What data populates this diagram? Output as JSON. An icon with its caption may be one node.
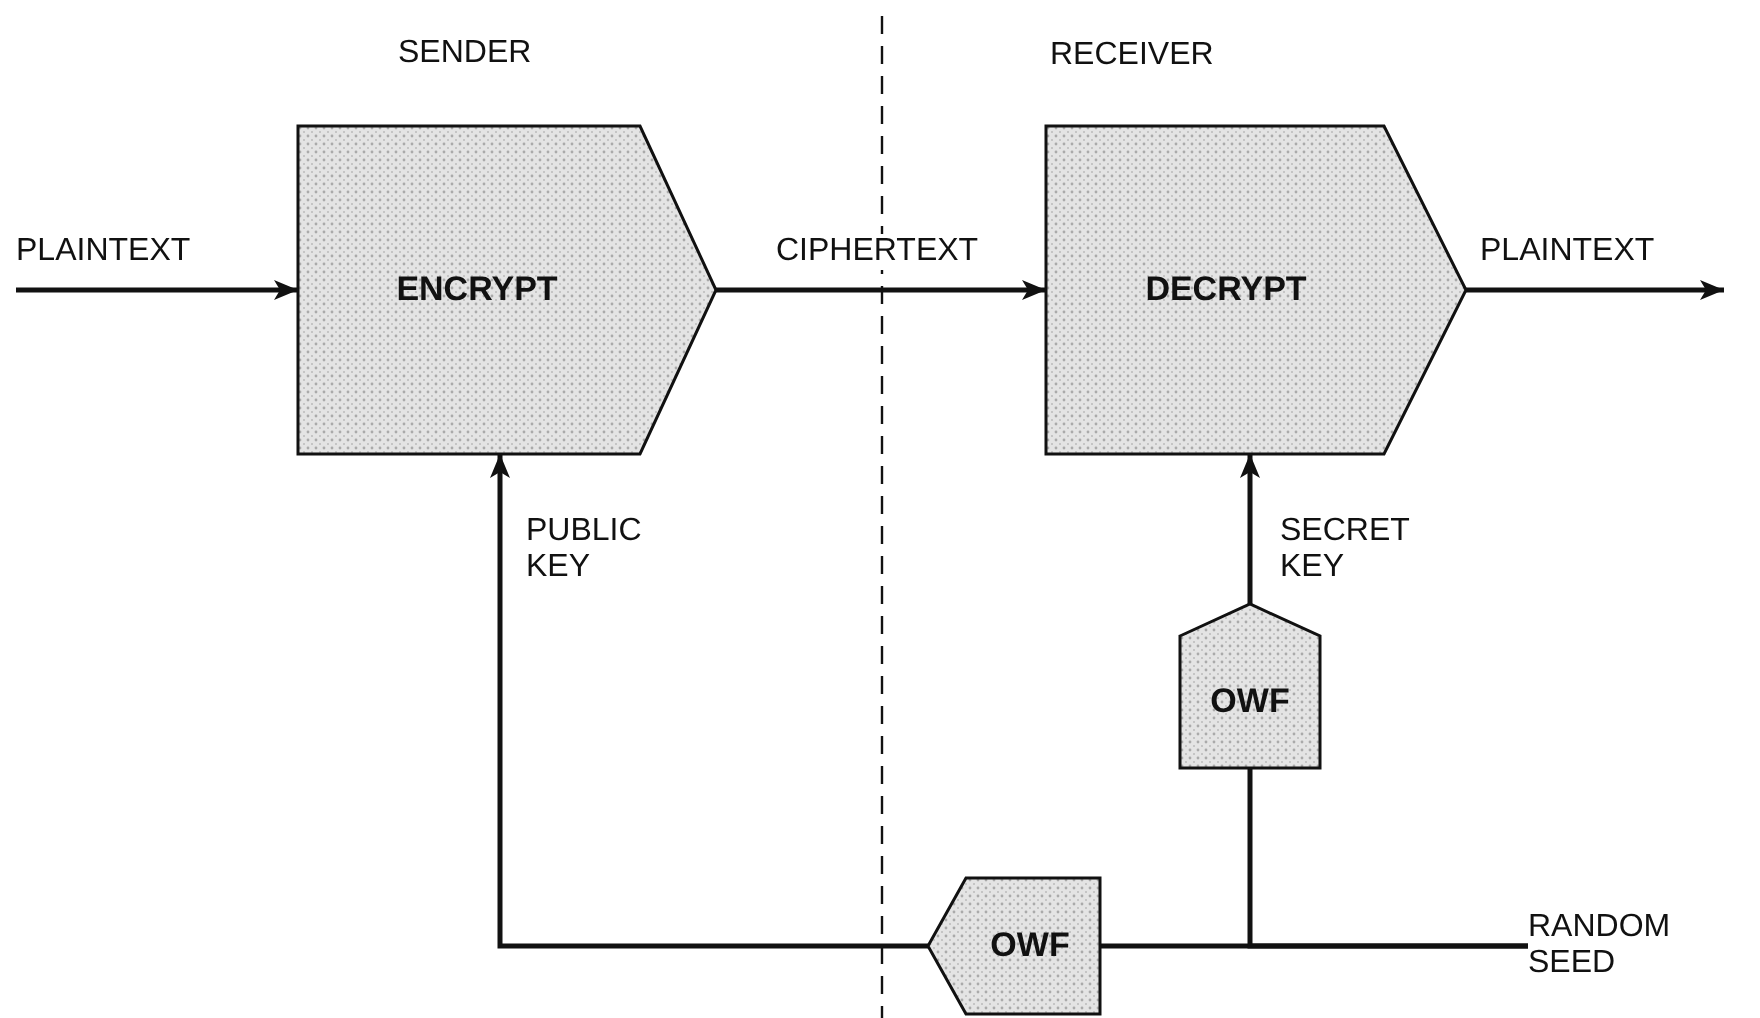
{
  "diagram": {
    "nodes": [
      {
        "text": [
          "ENCRYPT"
        ],
        "beside": [
          "SENDER"
        ]
      },
      {
        "text": [
          "DECRYPT"
        ],
        "beside": [
          "RECEIVER"
        ]
      },
      {
        "text": [
          "OWF"
        ]
      },
      {
        "text": [
          "OWF"
        ]
      },
      {
        "text": [
          "RANDOM SEED"
        ]
      }
    ],
    "edges": [
      {
        "from": null,
        "to": 0,
        "arrow": "to",
        "label": "PLAINTEXT"
      },
      {
        "from": 0,
        "to": 1,
        "arrow": "to",
        "label": "CIPHERTEXT"
      },
      {
        "from": 1,
        "to": null,
        "arrow": "to",
        "label": "PLAINTEXT"
      },
      {
        "from": 4,
        "to": 3,
        "arrow": "none"
      },
      {
        "from": 4,
        "to": 2,
        "arrow": "none"
      },
      {
        "from": 2,
        "to": 1,
        "arrow": "to",
        "label": "SECRET KEY"
      },
      {
        "from": 3,
        "to": 0,
        "arrow": "to",
        "label": "PUBLIC KEY"
      }
    ]
  }
}
